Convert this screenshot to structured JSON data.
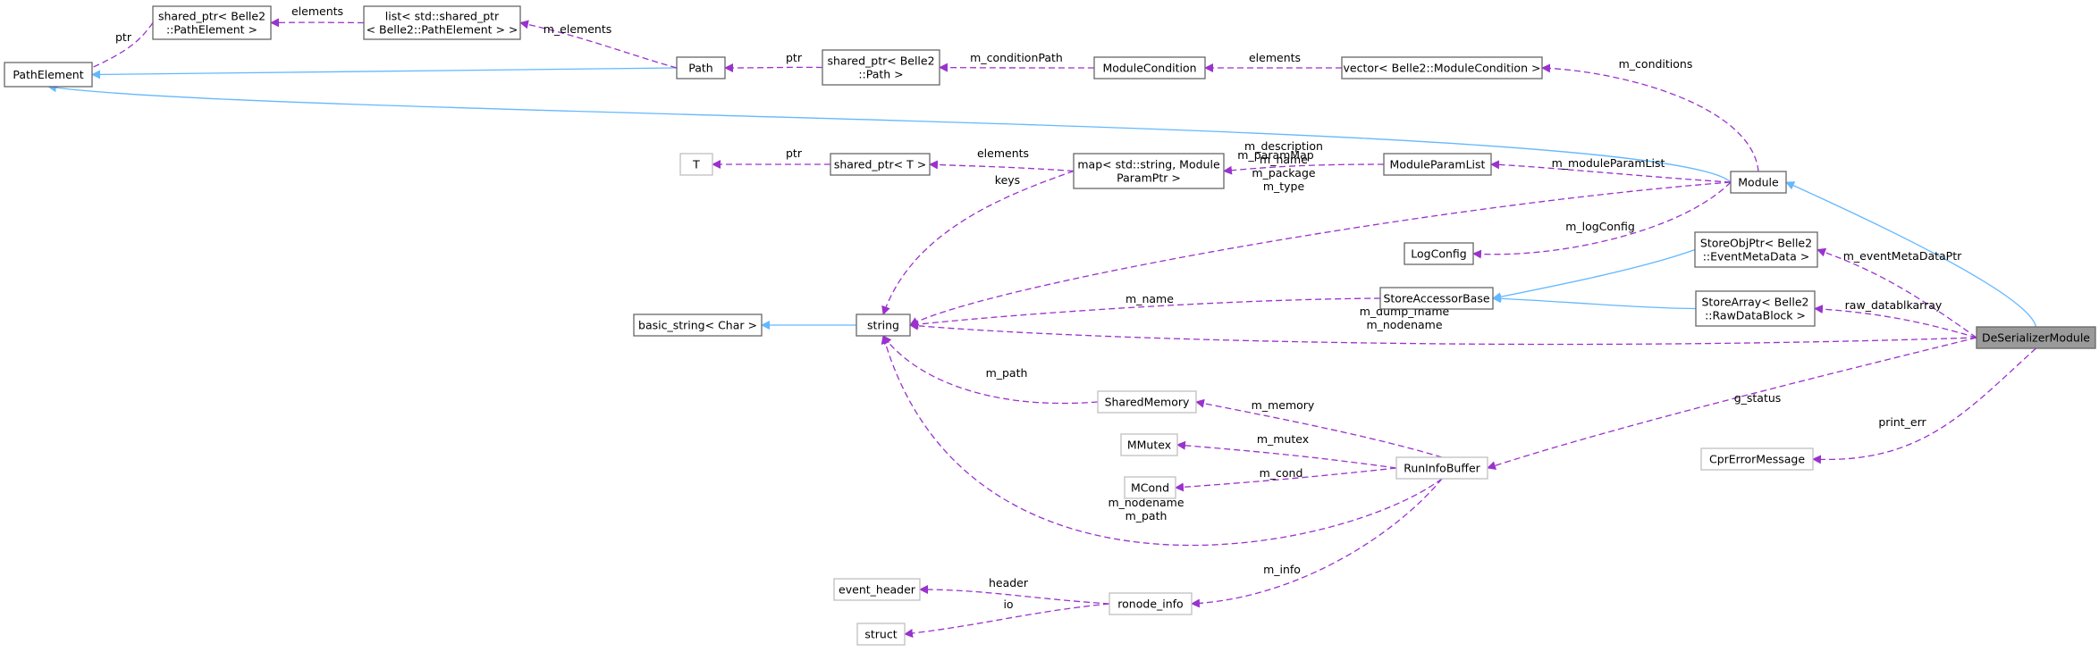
{
  "nodes": {
    "PathElement": {
      "lines": [
        "PathElement"
      ],
      "style": "solid"
    },
    "sp_PathElement": {
      "lines": [
        "shared_ptr< Belle2",
        "::PathElement >"
      ],
      "style": "solid"
    },
    "list_sp": {
      "lines": [
        "list< std::shared_ptr",
        "< Belle2::PathElement > >"
      ],
      "style": "solid"
    },
    "Path": {
      "lines": [
        "Path"
      ],
      "style": "solid"
    },
    "sp_Path": {
      "lines": [
        "shared_ptr< Belle2",
        "::Path >"
      ],
      "style": "solid"
    },
    "ModuleCondition": {
      "lines": [
        "ModuleCondition"
      ],
      "style": "solid"
    },
    "vector_MC": {
      "lines": [
        "vector< Belle2::ModuleCondition >"
      ],
      "style": "solid"
    },
    "T": {
      "lines": [
        "T"
      ],
      "style": "faint"
    },
    "sp_T": {
      "lines": [
        "shared_ptr< T >"
      ],
      "style": "solid"
    },
    "map_param": {
      "lines": [
        "map< std::string, Module",
        "ParamPtr >"
      ],
      "style": "solid"
    },
    "ModuleParamList": {
      "lines": [
        "ModuleParamList"
      ],
      "style": "solid"
    },
    "Module": {
      "lines": [
        "Module"
      ],
      "style": "solid"
    },
    "LogConfig": {
      "lines": [
        "LogConfig"
      ],
      "style": "solid"
    },
    "StoreObjPtr": {
      "lines": [
        "StoreObjPtr< Belle2",
        "::EventMetaData >"
      ],
      "style": "solid"
    },
    "StoreAccessorBase": {
      "lines": [
        "StoreAccessorBase"
      ],
      "style": "solid"
    },
    "StoreArray": {
      "lines": [
        "StoreArray< Belle2",
        "::RawDataBlock >"
      ],
      "style": "solid"
    },
    "basic_string": {
      "lines": [
        "basic_string< Char >"
      ],
      "style": "solid"
    },
    "string": {
      "lines": [
        "string"
      ],
      "style": "solid"
    },
    "DeSerializerModule": {
      "lines": [
        "DeSerializerModule"
      ],
      "style": "focus"
    },
    "SharedMemory": {
      "lines": [
        "SharedMemory"
      ],
      "style": "faint"
    },
    "MMutex": {
      "lines": [
        "MMutex"
      ],
      "style": "faint"
    },
    "MCond": {
      "lines": [
        "MCond"
      ],
      "style": "faint"
    },
    "RunInfoBuffer": {
      "lines": [
        "RunInfoBuffer"
      ],
      "style": "faint"
    },
    "CprErrorMessage": {
      "lines": [
        "CprErrorMessage"
      ],
      "style": "faint"
    },
    "event_header": {
      "lines": [
        "event_header"
      ],
      "style": "faint"
    },
    "ronode_info": {
      "lines": [
        "ronode_info"
      ],
      "style": "faint"
    },
    "struct": {
      "lines": [
        "struct"
      ],
      "style": "faint"
    }
  },
  "edges": [
    {
      "kind": "inherit",
      "from": "Path",
      "to": "PathElement",
      "label": []
    },
    {
      "kind": "inherit",
      "from": "Module",
      "to": "PathElement",
      "label": []
    },
    {
      "kind": "inherit",
      "from": "DeSerializerModule",
      "to": "Module",
      "label": []
    },
    {
      "kind": "inherit",
      "from": "StoreObjPtr",
      "to": "StoreAccessorBase",
      "label": []
    },
    {
      "kind": "inherit",
      "from": "StoreArray",
      "to": "StoreAccessorBase",
      "label": []
    },
    {
      "kind": "inherit",
      "from": "string",
      "to": "basic_string",
      "label": []
    },
    {
      "kind": "usage",
      "from": "sp_PathElement",
      "to": "PathElement",
      "label": [
        "ptr"
      ]
    },
    {
      "kind": "usage",
      "from": "list_sp",
      "to": "sp_PathElement",
      "label": [
        "elements"
      ]
    },
    {
      "kind": "usage",
      "from": "Path",
      "to": "list_sp",
      "label": [
        "m_elements"
      ]
    },
    {
      "kind": "usage",
      "from": "sp_Path",
      "to": "Path",
      "label": [
        "ptr"
      ]
    },
    {
      "kind": "usage",
      "from": "ModuleCondition",
      "to": "sp_Path",
      "label": [
        "m_conditionPath"
      ]
    },
    {
      "kind": "usage",
      "from": "vector_MC",
      "to": "ModuleCondition",
      "label": [
        "elements"
      ]
    },
    {
      "kind": "usage",
      "from": "Module",
      "to": "vector_MC",
      "label": [
        "m_conditions"
      ]
    },
    {
      "kind": "usage",
      "from": "sp_T",
      "to": "T",
      "label": [
        "ptr"
      ]
    },
    {
      "kind": "usage",
      "from": "map_param",
      "to": "sp_T",
      "label": [
        "elements"
      ]
    },
    {
      "kind": "usage",
      "from": "ModuleParamList",
      "to": "map_param",
      "label": [
        "m_paramMap"
      ]
    },
    {
      "kind": "usage",
      "from": "Module",
      "to": "ModuleParamList",
      "label": [
        "m_moduleParamList"
      ]
    },
    {
      "kind": "usage",
      "from": "map_param",
      "to": "string",
      "label": [
        "keys"
      ]
    },
    {
      "kind": "usage",
      "from": "Module",
      "to": "string",
      "label": [
        "m_description",
        "m_name",
        "m_package",
        "m_type"
      ]
    },
    {
      "kind": "usage",
      "from": "Module",
      "to": "LogConfig",
      "label": [
        "m_logConfig"
      ]
    },
    {
      "kind": "usage",
      "from": "DeSerializerModule",
      "to": "StoreObjPtr",
      "label": [
        "m_eventMetaDataPtr"
      ]
    },
    {
      "kind": "usage",
      "from": "StoreAccessorBase",
      "to": "string",
      "label": [
        "m_name"
      ]
    },
    {
      "kind": "usage",
      "from": "DeSerializerModule",
      "to": "StoreArray",
      "label": [
        "raw_datablkarray"
      ]
    },
    {
      "kind": "usage",
      "from": "DeSerializerModule",
      "to": "string",
      "label": [
        "m_dump_fname",
        "m_nodename"
      ]
    },
    {
      "kind": "usage",
      "from": "DeSerializerModule",
      "to": "RunInfoBuffer",
      "label": [
        "g_status"
      ]
    },
    {
      "kind": "usage",
      "from": "DeSerializerModule",
      "to": "CprErrorMessage",
      "label": [
        "print_err"
      ]
    },
    {
      "kind": "usage",
      "from": "SharedMemory",
      "to": "string",
      "label": [
        "m_path"
      ]
    },
    {
      "kind": "usage",
      "from": "RunInfoBuffer",
      "to": "SharedMemory",
      "label": [
        "m_memory"
      ]
    },
    {
      "kind": "usage",
      "from": "RunInfoBuffer",
      "to": "MMutex",
      "label": [
        "m_mutex"
      ]
    },
    {
      "kind": "usage",
      "from": "RunInfoBuffer",
      "to": "MCond",
      "label": [
        "m_cond"
      ]
    },
    {
      "kind": "usage",
      "from": "RunInfoBuffer",
      "to": "string",
      "label": [
        "m_nodename",
        "m_path"
      ]
    },
    {
      "kind": "usage",
      "from": "RunInfoBuffer",
      "to": "ronode_info",
      "label": [
        "m_info"
      ]
    },
    {
      "kind": "usage",
      "from": "ronode_info",
      "to": "event_header",
      "label": [
        "header"
      ]
    },
    {
      "kind": "usage",
      "from": "ronode_info",
      "to": "struct",
      "label": [
        "io"
      ]
    }
  ],
  "colors": {
    "inheritance": "#63b8ff",
    "usage": "#9a32cd",
    "node_border": "#666666",
    "node_border_faint": "#bfbfbf",
    "focus_fill": "#9a9a9a"
  }
}
